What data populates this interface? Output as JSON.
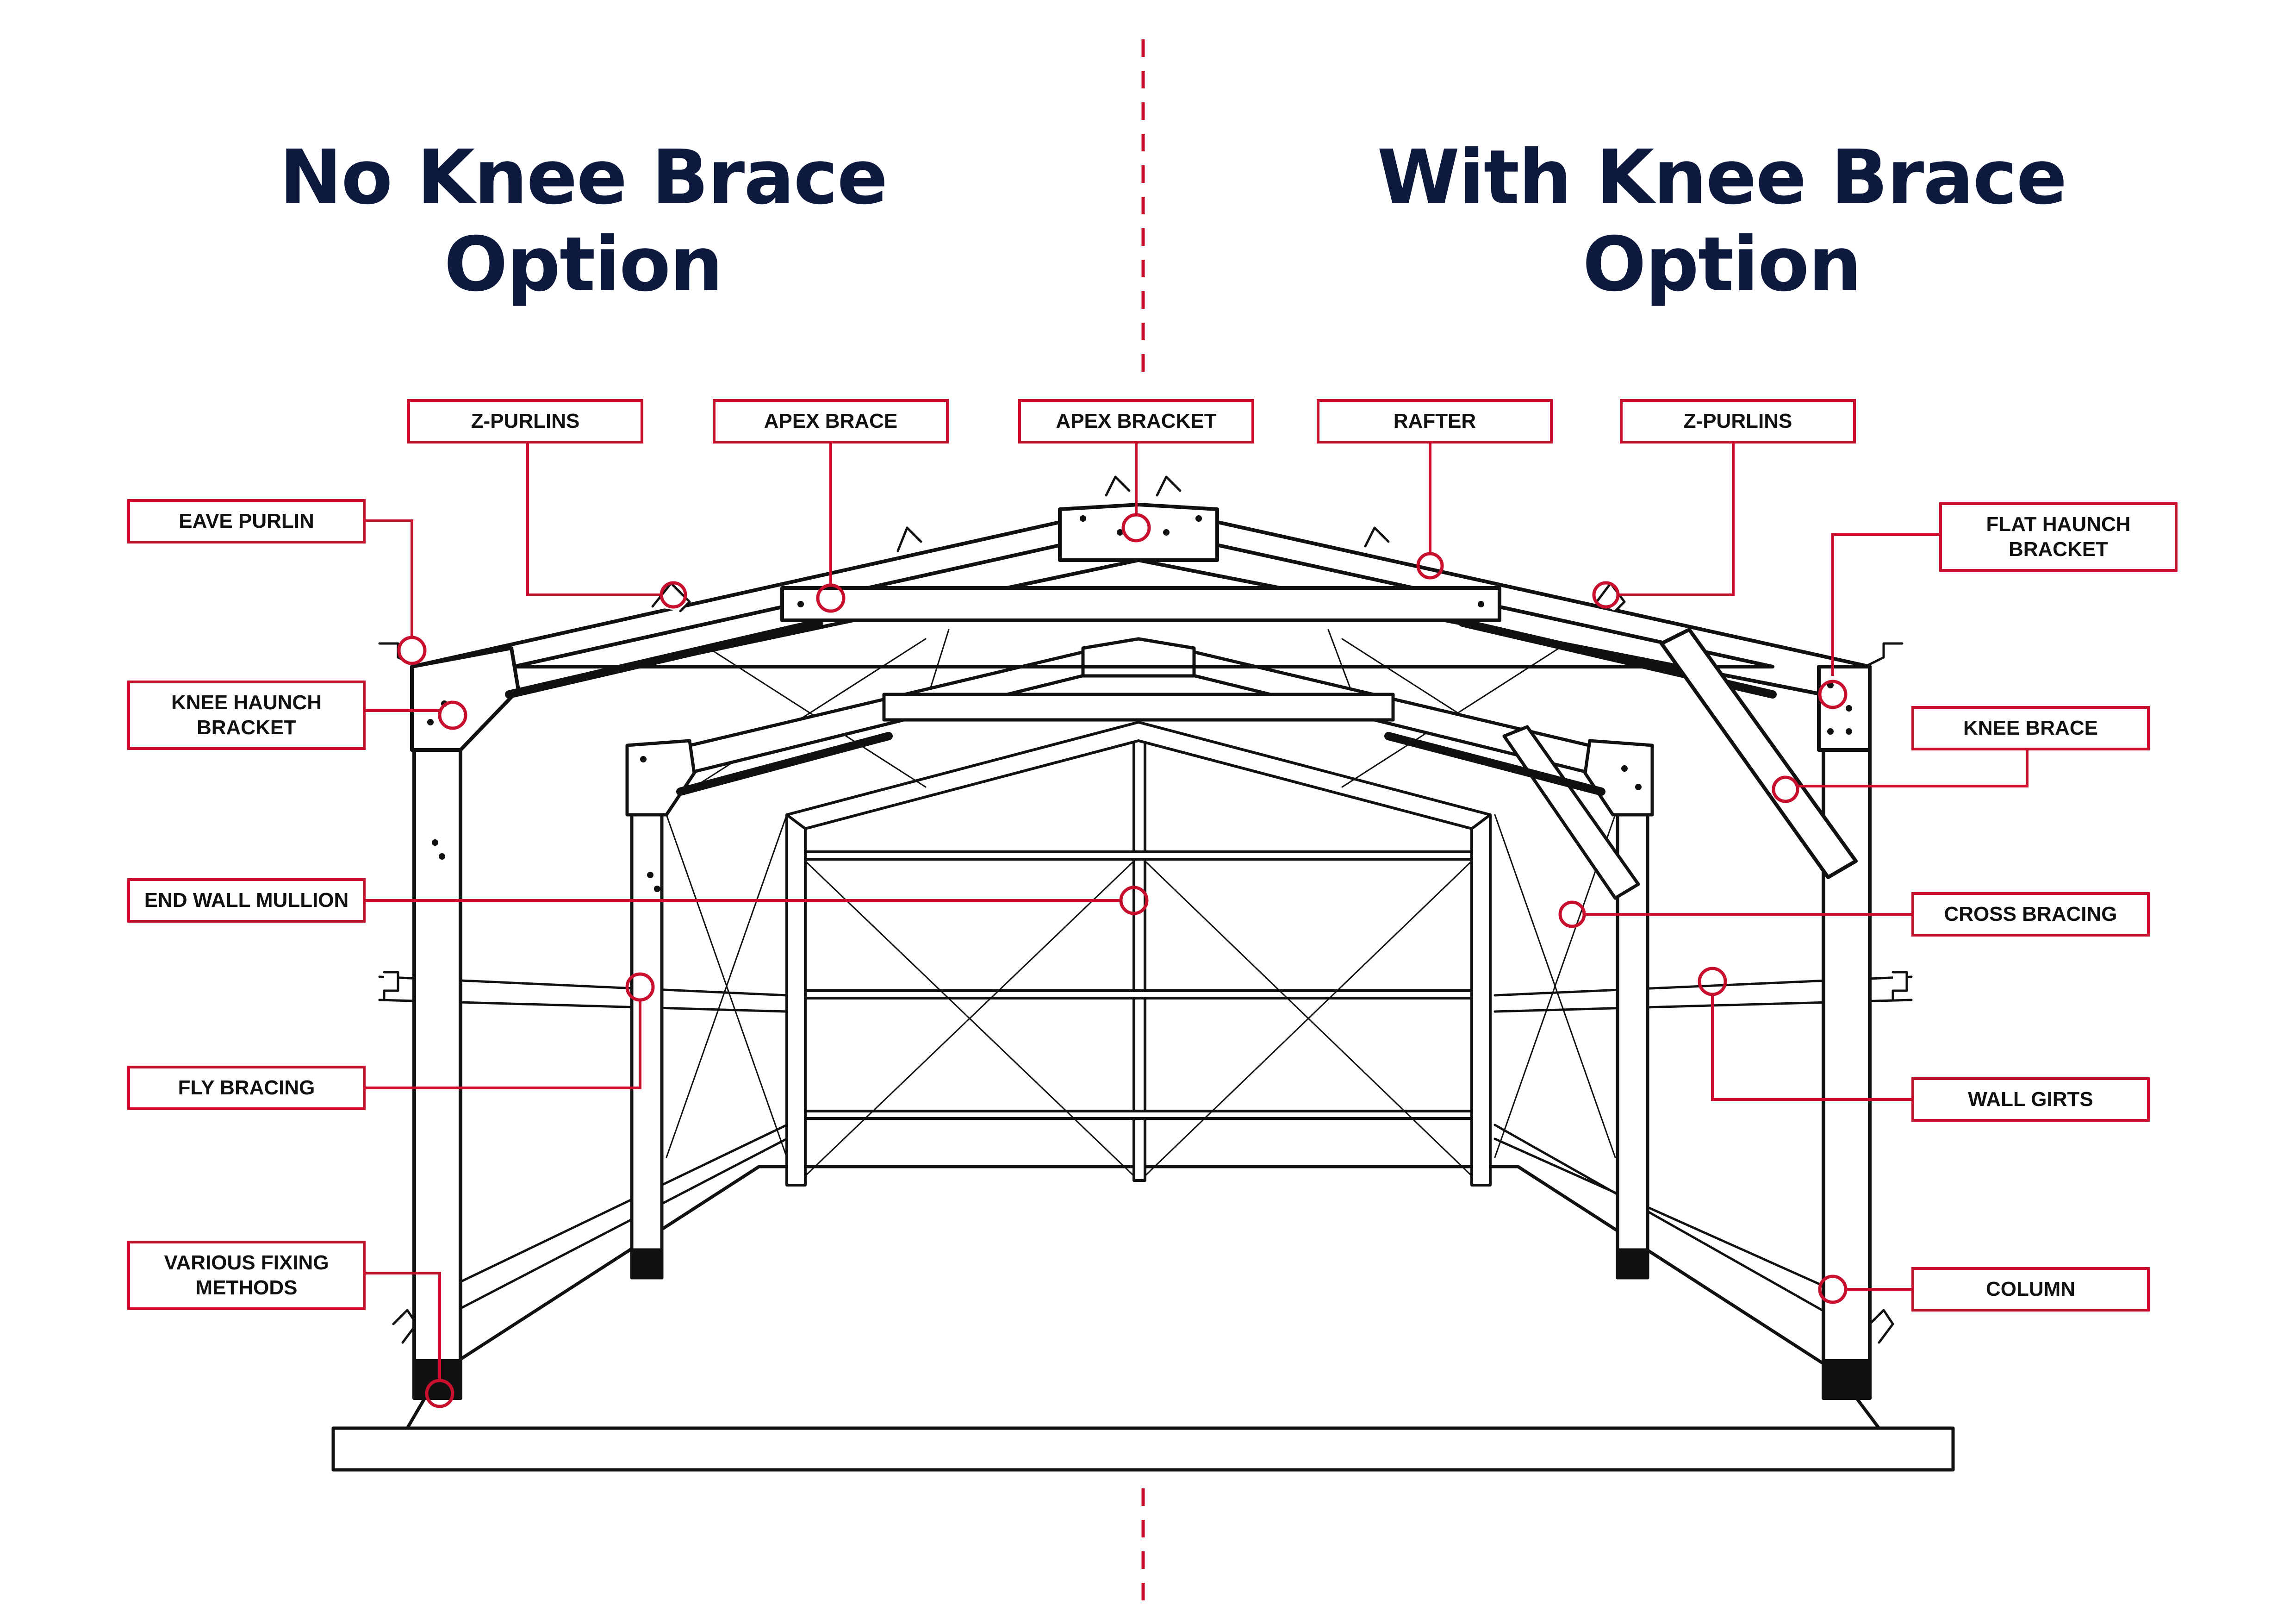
{
  "titles": {
    "left": {
      "line1": "No Knee Brace",
      "line2": "Option"
    },
    "right": {
      "line1": "With Knee Brace",
      "line2": "Option"
    }
  },
  "callouts": {
    "z_purlins_left": "Z-PURLINS",
    "apex_brace": "APEX BRACE",
    "apex_bracket": "APEX BRACKET",
    "rafter": "RAFTER",
    "z_purlins_right": "Z-PURLINS",
    "eave_purlin": "EAVE PURLIN",
    "knee_haunch_bracket": {
      "line1": "KNEE HAUNCH",
      "line2": "BRACKET"
    },
    "end_wall_mullion": "END WALL MULLION",
    "fly_bracing": "FLY BRACING",
    "various_fixing_methods": {
      "line1": "VARIOUS FIXING",
      "line2": "METHODS"
    },
    "flat_haunch_bracket": {
      "line1": "FLAT HAUNCH",
      "line2": "BRACKET"
    },
    "knee_brace": "KNEE BRACE",
    "cross_bracing": "CROSS BRACING",
    "wall_girts": "WALL GIRTS",
    "column": "COLUMN"
  },
  "colors": {
    "title": "#0d1a3d",
    "callout": "#c8102e",
    "frame_line": "#111111"
  }
}
